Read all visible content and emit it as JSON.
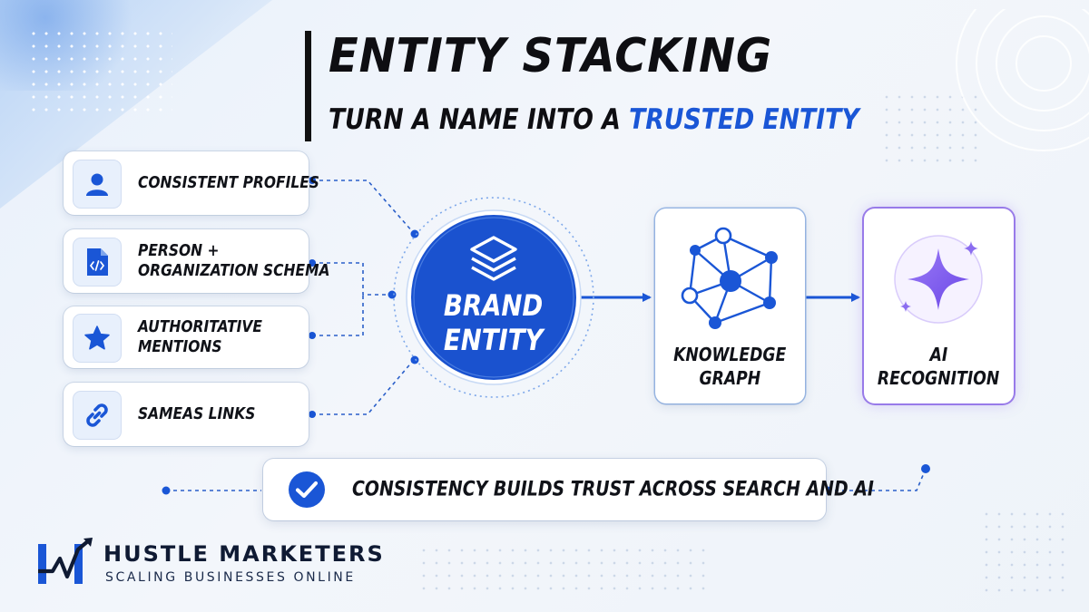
{
  "title": "ENTITY STACKING",
  "subtitle": {
    "prefix": "TURN A NAME INTO A",
    "highlight": "TRUSTED ENTITY"
  },
  "inputs": [
    {
      "label_lines": [
        "CONSISTENT PROFILES"
      ],
      "icon": "user-icon"
    },
    {
      "label_lines": [
        "PERSON +",
        "ORGANIZATION SCHEMA"
      ],
      "icon": "code-file-icon"
    },
    {
      "label_lines": [
        "AUTHORITATIVE",
        "MENTIONS"
      ],
      "icon": "star-icon"
    },
    {
      "label_lines": [
        "SAMEAS LINKS"
      ],
      "icon": "link-icon"
    }
  ],
  "center": {
    "label_lines": [
      "BRAND",
      "ENTITY"
    ],
    "icon": "layers-icon"
  },
  "knowledge_graph": {
    "label_lines": [
      "KNOWLEDGE",
      "GRAPH"
    ],
    "icon": "network-icon"
  },
  "ai_recognition": {
    "label_lines": [
      "AI",
      "RECOGNITION"
    ],
    "icon": "sparkle-icon"
  },
  "banner": {
    "label": "CONSISTENCY BUILDS TRUST ACROSS SEARCH AND AI",
    "icon": "check-circle-icon"
  },
  "logo": {
    "name": "HUSTLE MARKETERS",
    "tagline": "SCALING BUSINESSES ONLINE"
  },
  "colors": {
    "primary": "#1a56d6",
    "dark": "#0e0e12",
    "purple": "#7b5cf0",
    "accent_light": "#e8f0fc"
  }
}
